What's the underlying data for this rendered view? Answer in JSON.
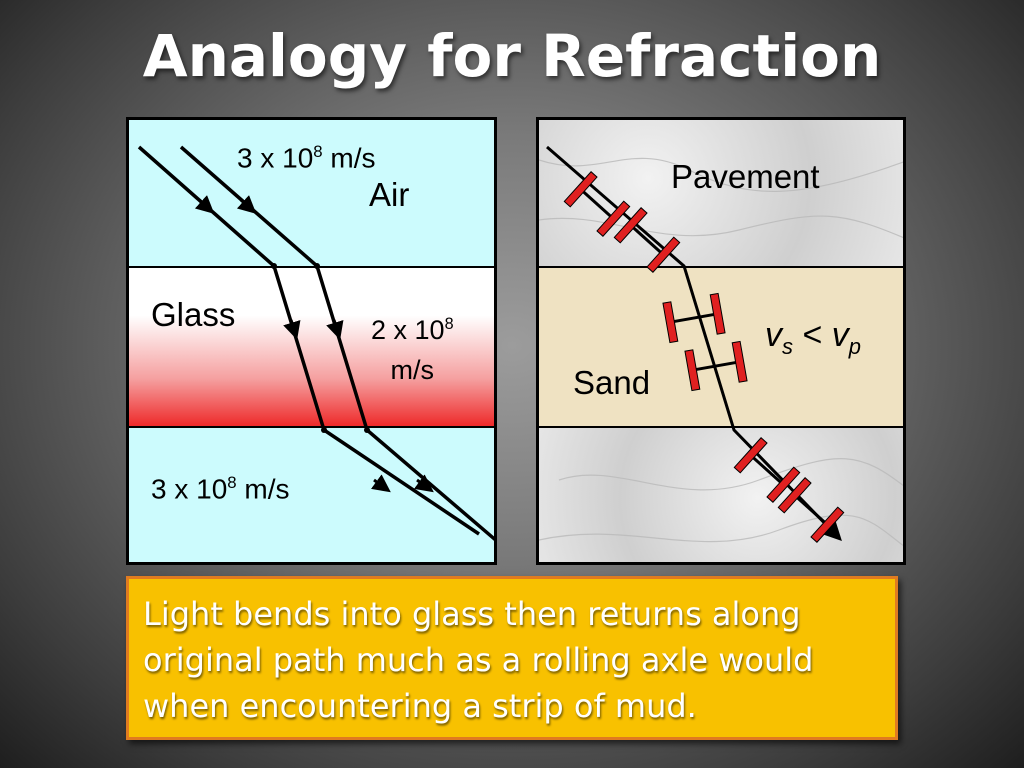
{
  "title": "Analogy for Refraction",
  "left_panel": {
    "speed_air_top": {
      "base": "3 x 10",
      "exp": "8",
      "unit": " m/s"
    },
    "air_label": "Air",
    "glass_label": "Glass",
    "speed_glass_line1": {
      "base": "2 x 10",
      "exp": "8"
    },
    "speed_glass_line2": "m/s",
    "speed_air_bottom": {
      "base": "3 x 10",
      "exp": "8",
      "unit": " m/s"
    },
    "colors": {
      "air": "#ccfbfd",
      "glass_top": "#ffffff",
      "glass_bottom": "#ee2a2a"
    }
  },
  "right_panel": {
    "pavement_label": "Pavement",
    "sand_label": "Sand",
    "relation": {
      "v1": "v",
      "s1": "s",
      "op": " < ",
      "v2": "v",
      "s2": "p"
    },
    "colors": {
      "pavement": "#dcdcdc",
      "sand": "#efe2c2",
      "axle": "#e02020"
    }
  },
  "caption": {
    "text": "Light bends into glass then returns along original path much as a rolling axle would when encountering a strip of mud."
  }
}
